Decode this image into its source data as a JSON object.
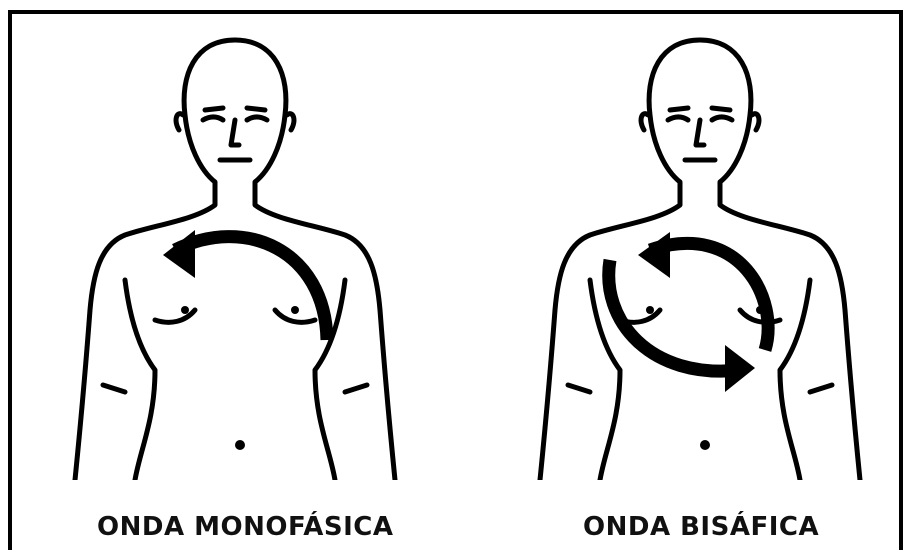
{
  "figures": [
    {
      "caption": "ONDA MONOFÁSICA",
      "current_direction": "single-arc",
      "arrow_icon": "curved-arrow-icon"
    },
    {
      "caption": "ONDA BISÁFICA",
      "current_direction": "two-arcs",
      "arrow_icon": "circular-arrows-icon"
    }
  ],
  "colors": {
    "line": "#000000",
    "background": "#ffffff",
    "frame": "#000000"
  }
}
